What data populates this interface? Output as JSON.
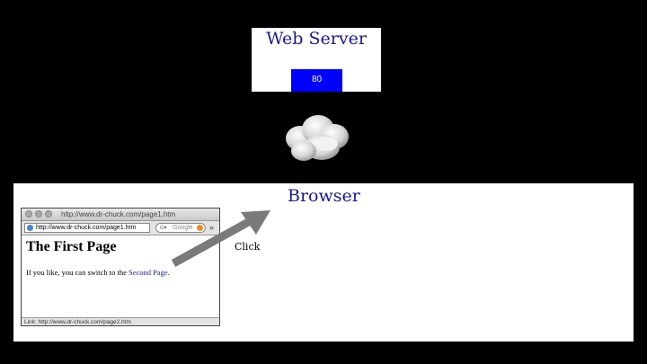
{
  "server": {
    "title": "Web Server",
    "port": "80",
    "port_color": "#0000ff"
  },
  "network": {
    "icon": "cloud-icon"
  },
  "browser": {
    "title": "Browser",
    "window": {
      "title": "http://www.dr-chuck.com/page1.htm",
      "url": "http://www.dr-chuck.com/page1.htm",
      "search_placeholder": "Google",
      "more": "»",
      "heading": "The First Page",
      "text_before": "If you like, you can switch to the",
      "link_text": "Second Page",
      "text_after": ".",
      "status": "Link: http://www.dr-chuck.com/page2.htm"
    }
  },
  "action": {
    "label": "Click"
  }
}
